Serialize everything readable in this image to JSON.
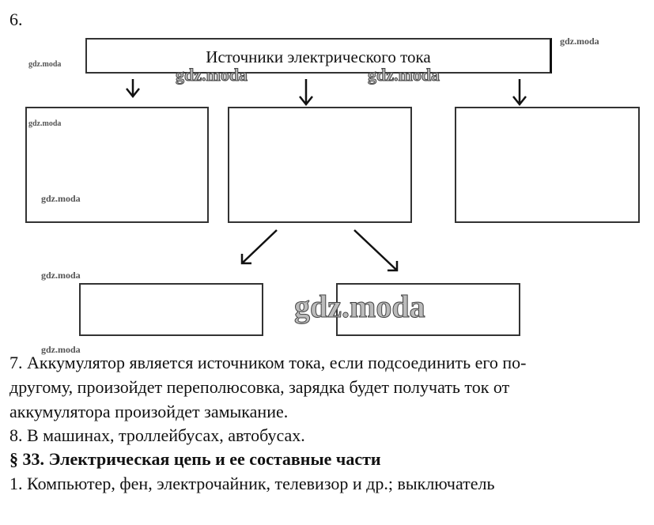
{
  "task6": {
    "number": "6.",
    "title_box": "Источники электрического тока"
  },
  "watermark": "gdz.moda",
  "task7": "7. Аккумулятор является источником тока, если подсоединить его по-",
  "task7_line2": "другому, произойдет переполюсовка, зарядка будет получать ток от",
  "task7_line3": "аккумулятора произойдет замыкание.",
  "task8": "8. В машинах, троллейбусах, автобусах.",
  "section_heading": "§ 33.  Электрическая цепь и ее составные части",
  "section_task1": "1. Компьютер, фен, электрочайник, телевизор и др.; выключатель"
}
